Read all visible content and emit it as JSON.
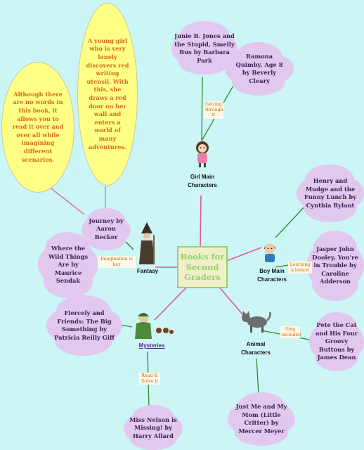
{
  "center": {
    "title": "Books for Second Graders"
  },
  "categories": {
    "girl": "Girl Main Characters",
    "boy": "Boy Main Characters",
    "animal": "Animal Characters",
    "mysteries": "Mysteries",
    "fantasy": "Fantasy"
  },
  "books": {
    "junie": "Junie B. Jones and the Stupid, Smelly Bus by Barbara Park",
    "ramona": "Ramona Quimby, Age 8 by Beverly Cleary",
    "henry": "Henry and Mudge and the Funny Lunch by Cynthia Rylant",
    "jasper": "Jasper John Dooley, You're in Trouble by Caroline Adderson",
    "pete": "Pete the Cat and His Four Groovy Buttons by James Dean",
    "justme": "Just Me and My Mom (Little Critter) by Mercer Meyer",
    "missnelson": "Miss Nelson is Missing! by Harry Allard",
    "fiercely": "Fiercely and Friends: The Big Something by Patricia Reilly Giff",
    "wildthings": "Where the Wild Things Are by Maurice Sendak",
    "journey": "Journey by Aaron Becker"
  },
  "notes": {
    "journey_note": "A young girl who is very lonely discovers red writing utensil. With this, she draws a red door on her wall and enters a world of many adventures.",
    "wild_note": "Although there are no words in this book, it allows you to read it over and over all while imagining different scenarios."
  },
  "link_labels": {
    "getting_through": "Getting through it",
    "learning_lesson": "Learning a lesson",
    "sing_included": "Sing included",
    "read_solve": "Read & Solve it",
    "imagination": "Imagination is key"
  }
}
